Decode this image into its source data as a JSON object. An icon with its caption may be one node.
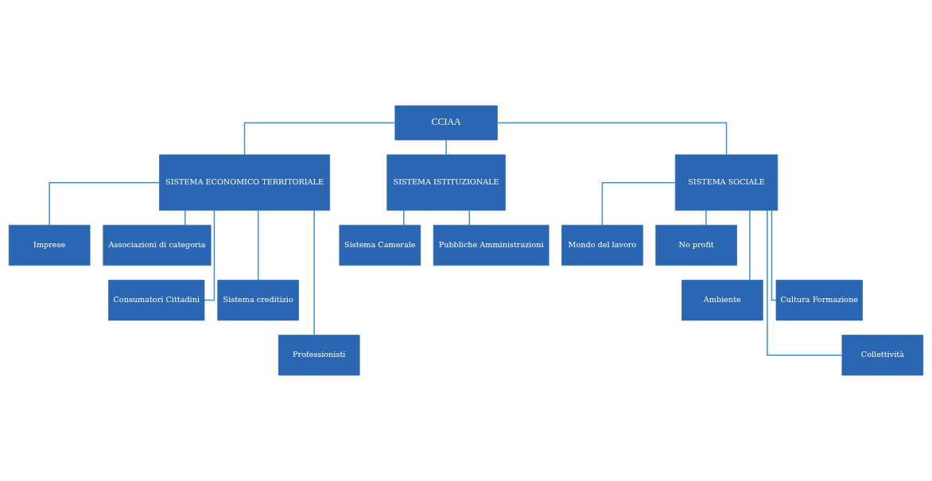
{
  "diagram": {
    "nodes": [
      {
        "text": [
          "CCIAA"
        ]
      },
      {
        "text": [
          "SISTEMA ECONOMICO TERRITORIALE"
        ]
      },
      {
        "text": [
          "SISTEMA ISTITUZIONALE"
        ]
      },
      {
        "text": [
          "SISTEMA SOCIALE"
        ]
      },
      {
        "text": [
          "Imprese"
        ]
      },
      {
        "text": [
          "Associazioni di categoria"
        ]
      },
      {
        "text": [
          "Consumatori Cittadini"
        ]
      },
      {
        "text": [
          "Sistema creditizio"
        ]
      },
      {
        "text": [
          "Professionisti"
        ]
      },
      {
        "text": [
          "Sistema Camerale"
        ]
      },
      {
        "text": [
          "Pubbliche Amministrazioni"
        ]
      },
      {
        "text": [
          "Mondo del lavoro"
        ]
      },
      {
        "text": [
          "No profit"
        ]
      },
      {
        "text": [
          "Ambiente"
        ]
      },
      {
        "text": [
          "Cultura Formazione"
        ]
      },
      {
        "text": [
          "Collettività"
        ]
      }
    ],
    "edges": [
      {
        "from": 0,
        "to": 1,
        "arrow": "none"
      },
      {
        "from": 0,
        "to": 2,
        "arrow": "none"
      },
      {
        "from": 0,
        "to": 3,
        "arrow": "none"
      },
      {
        "from": 1,
        "to": 4,
        "arrow": "none"
      },
      {
        "from": 1,
        "to": 5,
        "arrow": "none"
      },
      {
        "from": 1,
        "to": 6,
        "arrow": "none"
      },
      {
        "from": 1,
        "to": 7,
        "arrow": "none"
      },
      {
        "from": 1,
        "to": 8,
        "arrow": "none"
      },
      {
        "from": 2,
        "to": 9,
        "arrow": "none"
      },
      {
        "from": 2,
        "to": 10,
        "arrow": "none"
      },
      {
        "from": 3,
        "to": 11,
        "arrow": "none"
      },
      {
        "from": 3,
        "to": 12,
        "arrow": "none"
      },
      {
        "from": 3,
        "to": 13,
        "arrow": "none"
      },
      {
        "from": 3,
        "to": 14,
        "arrow": "none"
      },
      {
        "from": 3,
        "to": 15,
        "arrow": "none"
      }
    ]
  }
}
